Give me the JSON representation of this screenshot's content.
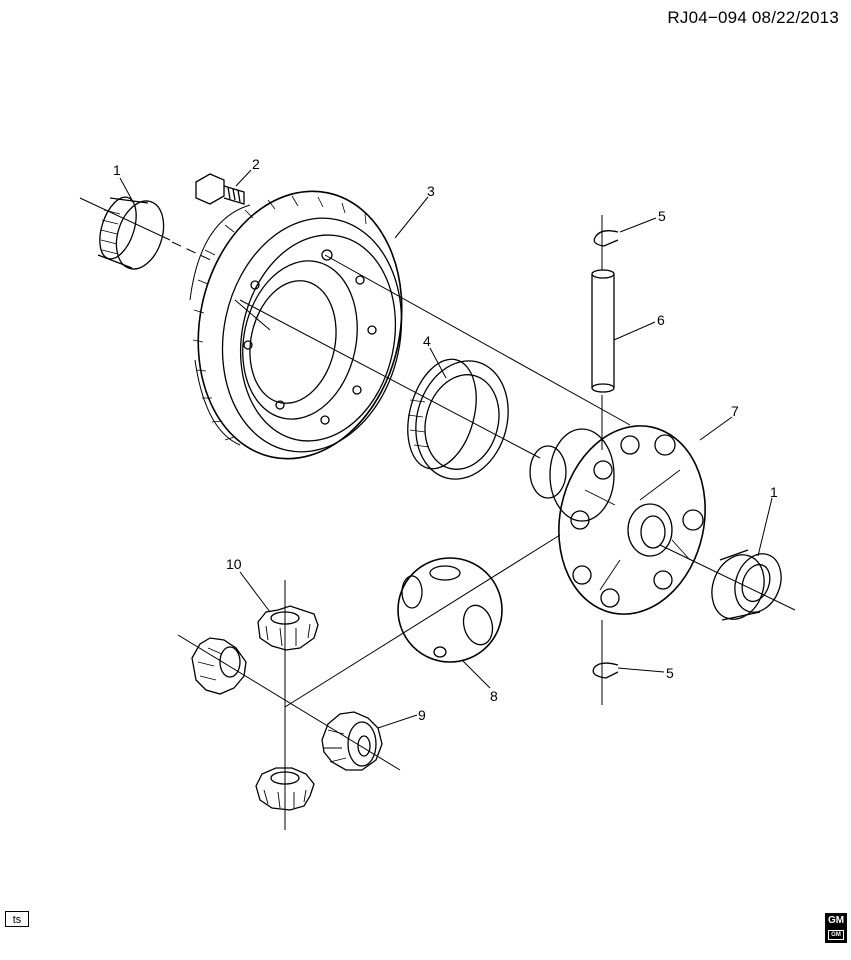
{
  "header": {
    "drawing_id": "RJ04−094 08/22/2013"
  },
  "callouts": [
    {
      "label": "1"
    },
    {
      "label": "2"
    },
    {
      "label": "3"
    },
    {
      "label": "4"
    },
    {
      "label": "5"
    },
    {
      "label": "6"
    },
    {
      "label": "7"
    },
    {
      "label": "1"
    },
    {
      "label": "5"
    },
    {
      "label": "8"
    },
    {
      "label": "9"
    },
    {
      "label": "10"
    }
  ],
  "footer": {
    "ts_button": "ts",
    "logo_top": "GM",
    "logo_bottom": "GM"
  },
  "colors": {
    "line": "#000000",
    "background": "#ffffff"
  }
}
